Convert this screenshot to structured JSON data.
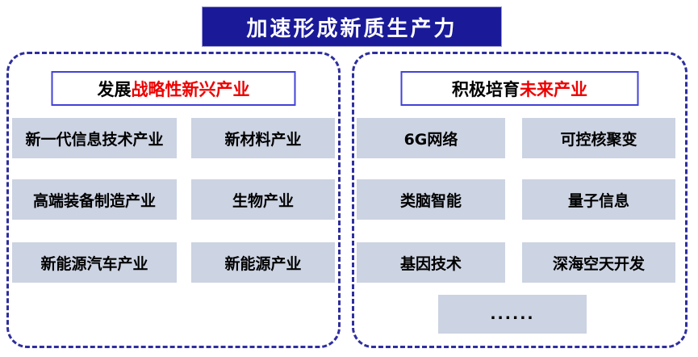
{
  "banner": {
    "title": "加速形成新质生产力"
  },
  "left_panel": {
    "title_black": "发展",
    "title_red": "战略性新兴产业",
    "items": [
      "新一代信息技术产业",
      "新材料产业",
      "高端装备制造产业",
      "生物产业",
      "新能源汽车产业",
      "新能源产业"
    ]
  },
  "right_panel": {
    "title_black": "积极培育",
    "title_red": "未来产业",
    "items": [
      "6G网络",
      "可控核聚变",
      "类脑智能",
      "量子信息",
      "基因技术",
      "深海空天开发"
    ],
    "more": "......"
  },
  "colors": {
    "banner_bg": "#1a1a99",
    "banner_text": "#ffffff",
    "panel_dashed_border": "#2e2e9e",
    "header_border": "#4343d8",
    "highlight_red": "#ee0000",
    "item_bg": "#ccd3e2"
  }
}
